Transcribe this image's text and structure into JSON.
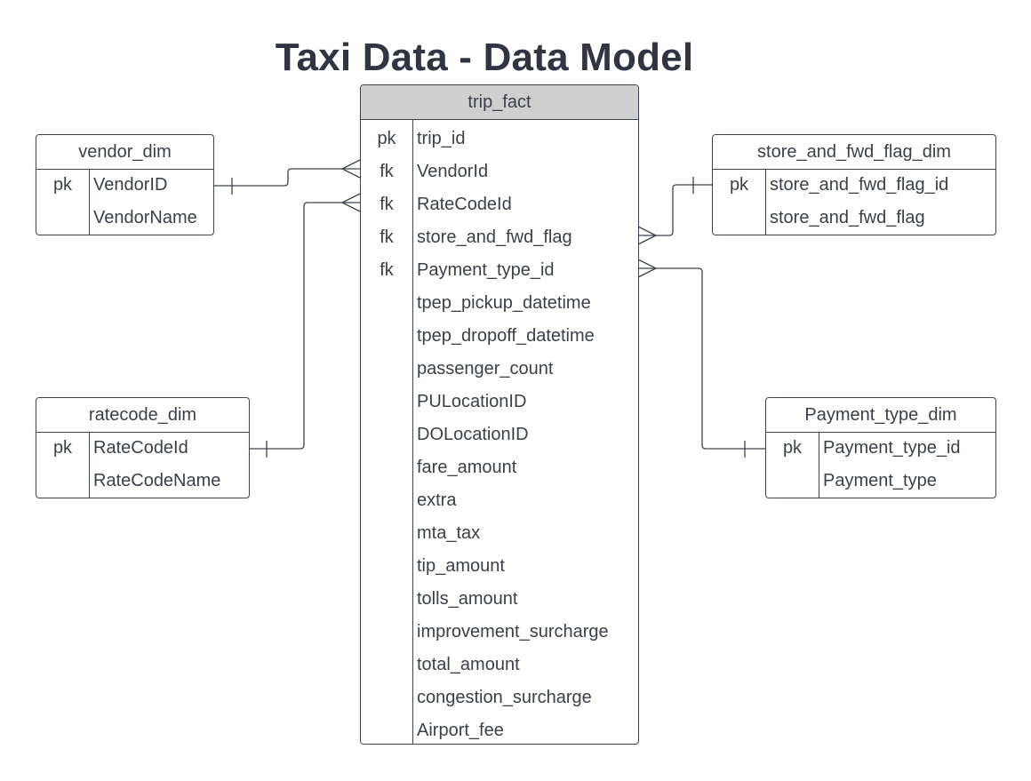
{
  "title": "Taxi Data - Data Model",
  "colors": {
    "line": "#3d4250",
    "fact_header": "#cfcfcf",
    "text": "#3a3f4b"
  },
  "entities": {
    "trip_fact": {
      "name": "trip_fact",
      "rows": [
        {
          "key": "pk",
          "field": "trip_id"
        },
        {
          "key": "fk",
          "field": "VendorId"
        },
        {
          "key": "fk",
          "field": "RateCodeId"
        },
        {
          "key": "fk",
          "field": "store_and_fwd_flag"
        },
        {
          "key": "fk",
          "field": "Payment_type_id"
        },
        {
          "key": "",
          "field": "tpep_pickup_datetime"
        },
        {
          "key": "",
          "field": "tpep_dropoff_datetime"
        },
        {
          "key": "",
          "field": "passenger_count"
        },
        {
          "key": "",
          "field": "PULocationID"
        },
        {
          "key": "",
          "field": "DOLocationID"
        },
        {
          "key": "",
          "field": "fare_amount"
        },
        {
          "key": "",
          "field": "extra"
        },
        {
          "key": "",
          "field": "mta_tax"
        },
        {
          "key": "",
          "field": "tip_amount"
        },
        {
          "key": "",
          "field": "tolls_amount"
        },
        {
          "key": "",
          "field": "improvement_surcharge"
        },
        {
          "key": "",
          "field": "total_amount"
        },
        {
          "key": "",
          "field": "congestion_surcharge"
        },
        {
          "key": "",
          "field": "Airport_fee"
        }
      ]
    },
    "vendor_dim": {
      "name": "vendor_dim",
      "rows": [
        {
          "key": "pk",
          "field": "VendorID"
        },
        {
          "key": "",
          "field": "VendorName"
        }
      ]
    },
    "ratecode_dim": {
      "name": "ratecode_dim",
      "rows": [
        {
          "key": "pk",
          "field": "RateCodeId"
        },
        {
          "key": "",
          "field": "RateCodeName"
        }
      ]
    },
    "store_and_fwd_flag_dim": {
      "name": "store_and_fwd_flag_dim",
      "rows": [
        {
          "key": "pk",
          "field": "store_and_fwd_flag_id"
        },
        {
          "key": "",
          "field": "store_and_fwd_flag"
        }
      ]
    },
    "payment_type_dim": {
      "name": "Payment_type_dim",
      "rows": [
        {
          "key": "pk",
          "field": "Payment_type_id"
        },
        {
          "key": "",
          "field": "Payment_type"
        }
      ]
    }
  },
  "relationships": [
    {
      "from": "vendor_dim",
      "to": "trip_fact",
      "type": "one-to-many"
    },
    {
      "from": "ratecode_dim",
      "to": "trip_fact",
      "type": "one-to-many"
    },
    {
      "from": "store_and_fwd_flag_dim",
      "to": "trip_fact",
      "type": "one-to-many"
    },
    {
      "from": "Payment_type_dim",
      "to": "trip_fact",
      "type": "one-to-many"
    }
  ]
}
